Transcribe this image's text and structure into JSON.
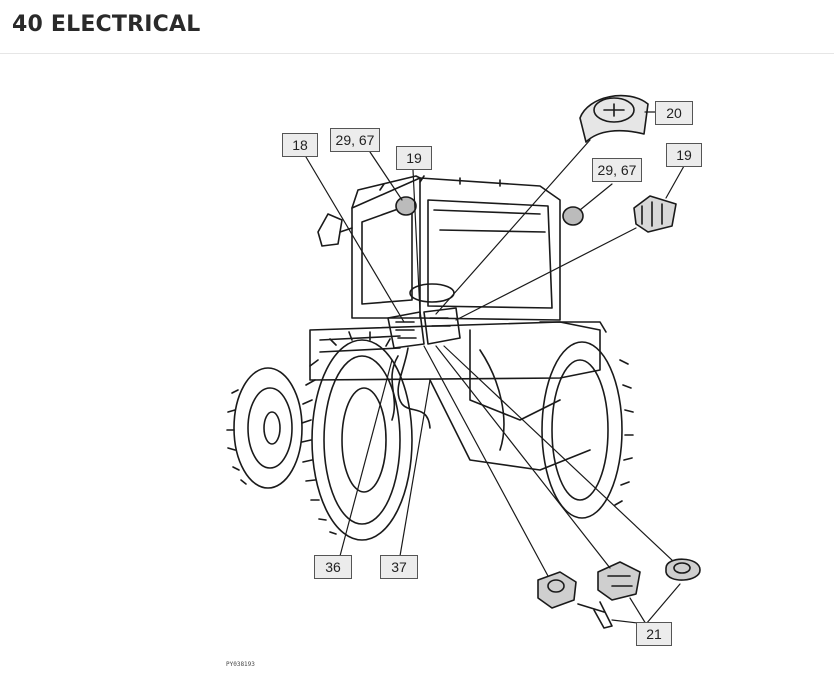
{
  "page": {
    "title": "40 ELECTRICAL"
  },
  "figure": {
    "code": "PY038193",
    "callouts": {
      "c18": "18",
      "c29_left": "29, 67",
      "c19_left": "19",
      "c20": "20",
      "c29_right": "29, 67",
      "c19_right": "19",
      "c36": "36",
      "c37": "37",
      "c21": "21"
    }
  }
}
